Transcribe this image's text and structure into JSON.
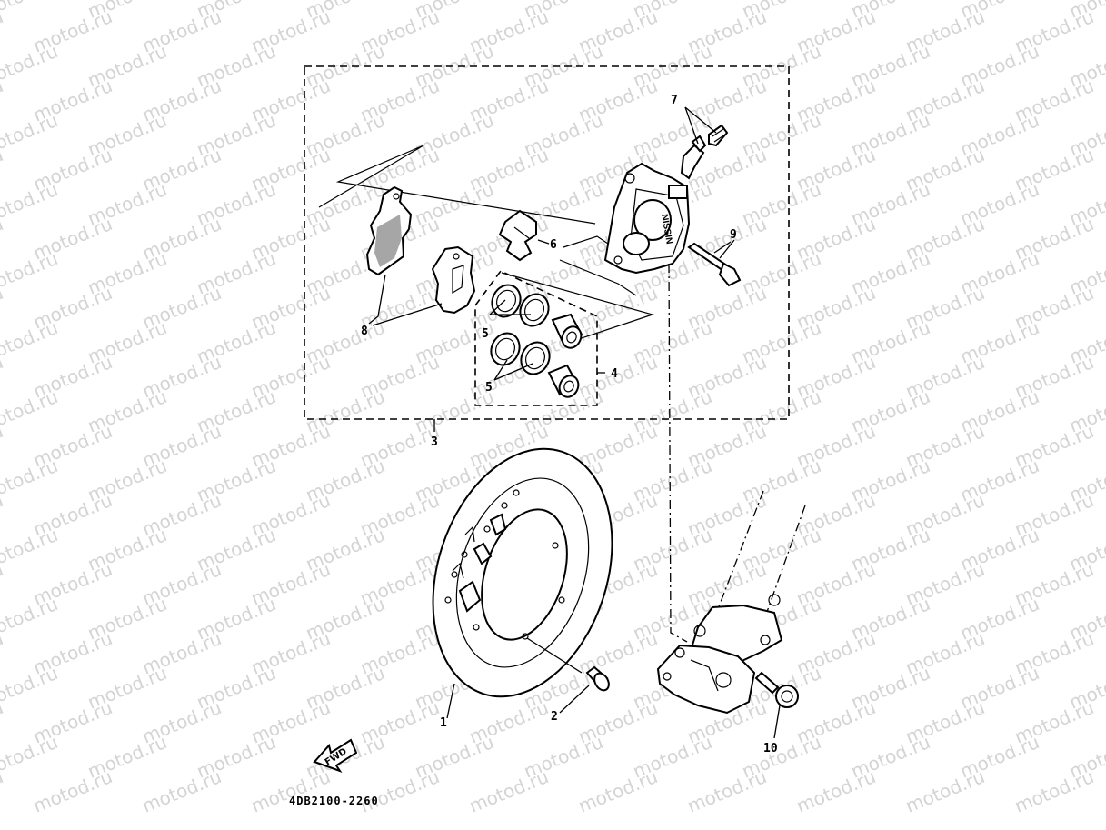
{
  "watermark": {
    "text": "motod.ru"
  },
  "diagram": {
    "part_code": "4DB2100-2260",
    "fwd_label": "FWD",
    "caliper_mark": "NISSIN",
    "callouts": {
      "c1": "1",
      "c2": "2",
      "c3": "3",
      "c4": "4",
      "c5a": "5",
      "c5b": "5",
      "c6": "6",
      "c7": "7",
      "c8": "8",
      "c9": "9",
      "c10": "10"
    }
  }
}
